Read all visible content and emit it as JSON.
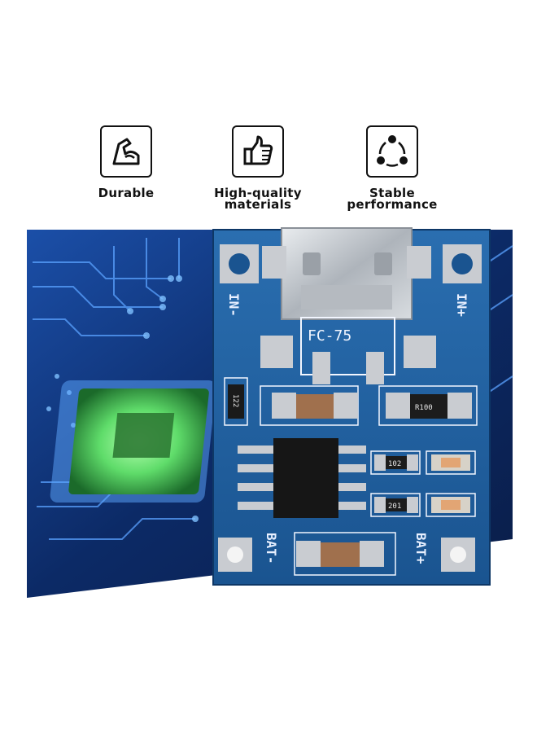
{
  "features": [
    {
      "icon": "arm-strength-icon",
      "lines": [
        "Durable"
      ]
    },
    {
      "icon": "thumbs-up-icon",
      "lines": [
        "High-quality",
        "materials"
      ]
    },
    {
      "icon": "cycle-arrows-icon",
      "lines": [
        "Stable",
        "performance"
      ]
    }
  ],
  "board": {
    "pin_in_minus": "IN-",
    "pin_in_plus": "IN+",
    "pin_bat_minus": "BAT-",
    "pin_bat_plus": "BAT+",
    "model": "FC-75",
    "res_r1": "122",
    "res_r2": "R100",
    "res_r3": "102",
    "res_r4": "201",
    "colors": {
      "pcb": "#1f5fa0",
      "pcb_dark": "#123f74",
      "pad": "#c9ccd1",
      "background_circuit": "#0c2a66",
      "chip_glow": "#5fdc6a"
    }
  }
}
